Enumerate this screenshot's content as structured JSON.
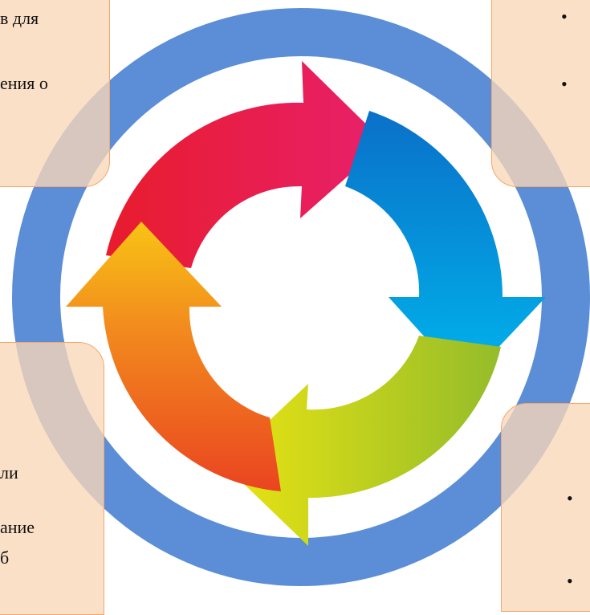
{
  "cards": {
    "top_left": {
      "lines": [
        "в для",
        "ения о"
      ]
    },
    "bottom_left": {
      "lines": [
        "ли",
        "ание",
        "б"
      ]
    }
  },
  "bullet_symbol": "•",
  "colors": {
    "ring": "#5b8ed6",
    "card_fill": "#fad7b9",
    "card_border": "#f4a76a",
    "arrow_red": "#e8203a",
    "arrow_magenta": "#e82070",
    "arrow_blue": "#00a0e0",
    "arrow_green": "#b8d02a",
    "arrow_yellow": "#f2c418",
    "arrow_orange": "#f06a20"
  }
}
